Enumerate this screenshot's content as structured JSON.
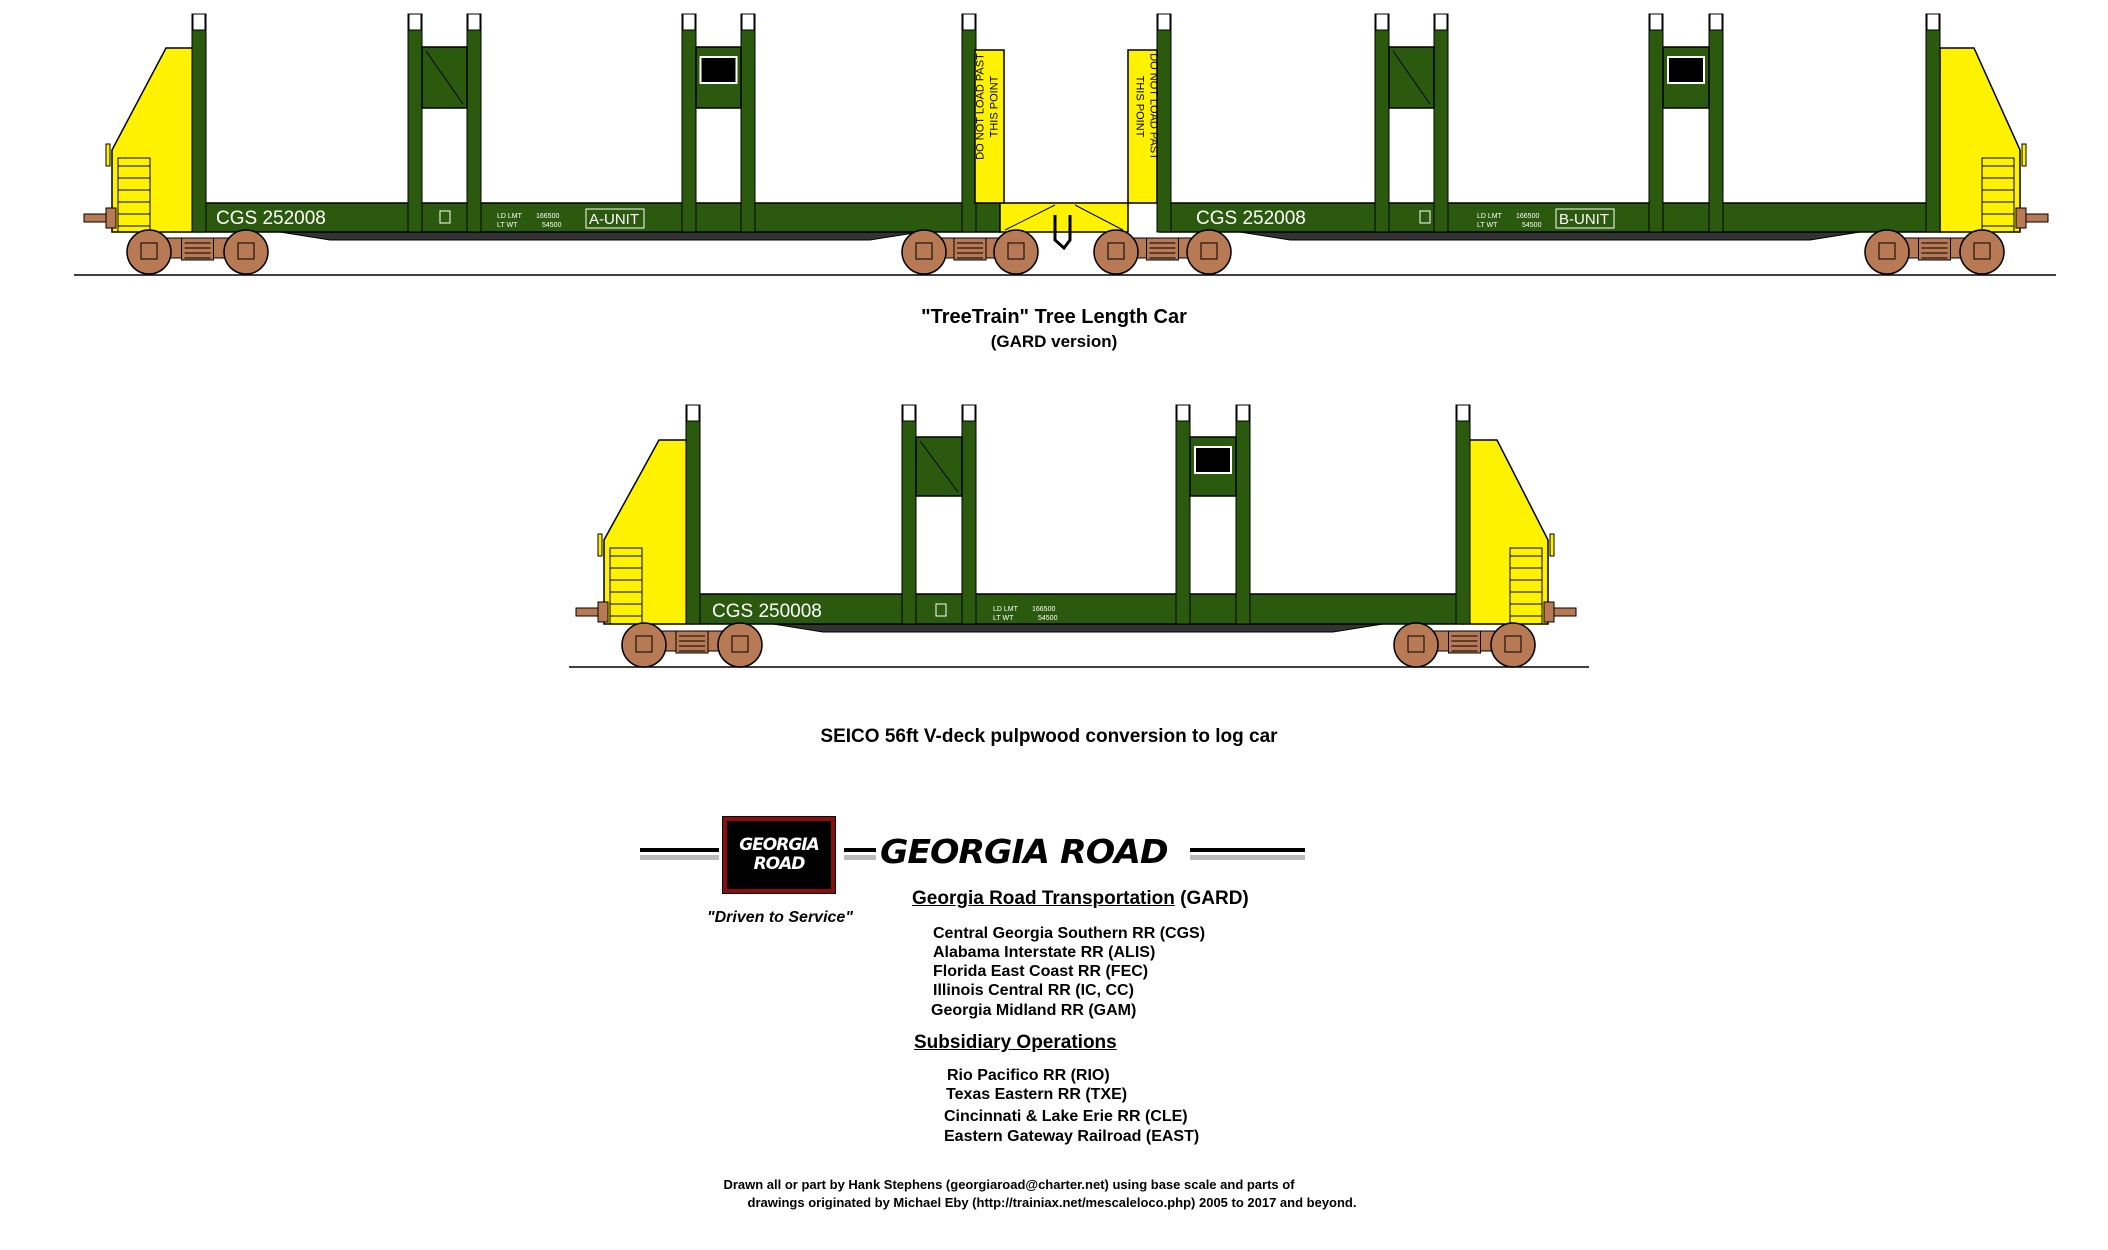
{
  "colors": {
    "car_green": "#2b5a0e",
    "bulkhead_yellow": "#fff200",
    "truck_brown": "#b87a55",
    "logo_border": "#8b0d0d"
  },
  "treetrain": {
    "title": "\"TreeTrain\" Tree Length Car",
    "subtitle": "(GARD version)",
    "unit_a": {
      "reporting_mark": "CGS  252008",
      "ld_lmt_label": "LD LMT",
      "ld_lmt": "166500",
      "lt_wt_label": "LT WT",
      "lt_wt": "54500",
      "unit_label": "A-UNIT",
      "warning_line1": "DO NOT LOAD PAST",
      "warning_line2": "THIS POINT"
    },
    "unit_b": {
      "reporting_mark": "CGS  252008",
      "ld_lmt_label": "LD LMT",
      "ld_lmt": "166500",
      "lt_wt_label": "LT WT",
      "lt_wt": "54500",
      "unit_label": "B-UNIT",
      "warning_line1": "DO NOT LOAD PAST",
      "warning_line2": "THIS POINT"
    }
  },
  "seico": {
    "reporting_mark": "CGS  250008",
    "ld_lmt_label": "LD LMT",
    "ld_lmt": "166500",
    "lt_wt_label": "LT WT",
    "lt_wt": "54500",
    "caption": "SEICO 56ft V-deck pulpwood conversion to log car"
  },
  "branding": {
    "logo_line1": "GEORGIA",
    "logo_line2": "ROAD",
    "wordmark": "GEORGIA ROAD",
    "motto": "\"Driven to Service\"",
    "company_heading": "Georgia Road Transportation",
    "company_code": "(GARD)",
    "railroads": [
      "Central Georgia Southern RR  (CGS)",
      "Alabama Interstate RR  (ALIS)",
      "Florida East Coast RR  (FEC)",
      "Illinois Central RR   (IC, CC)",
      "Georgia Midland RR (GAM)"
    ],
    "subsidiary_heading": "Subsidiary Operations",
    "subsidiaries": [
      "Rio Pacifico RR  (RIO)",
      "Texas Eastern RR  (TXE)",
      "Cincinnati & Lake Erie RR  (CLE)",
      "Eastern Gateway Railroad (EAST)"
    ]
  },
  "credits": {
    "line1": "Drawn all or part by Hank Stephens (georgiaroad@charter.net) using base scale and parts of",
    "line2": "drawings originated by Michael Eby (http://trainiax.net/mescaleloco.php) 2005 to 2017 and beyond."
  }
}
